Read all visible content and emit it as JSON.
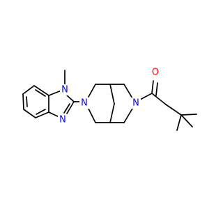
{
  "molecule": {
    "colors": {
      "bond": "#000000",
      "nitrogen": "#0000ff",
      "oxygen": "#ff0000",
      "background": "#ffffff"
    },
    "atoms": {
      "n1": "N",
      "n2": "N",
      "n3": "N",
      "n4": "N",
      "o1": "O"
    }
  }
}
